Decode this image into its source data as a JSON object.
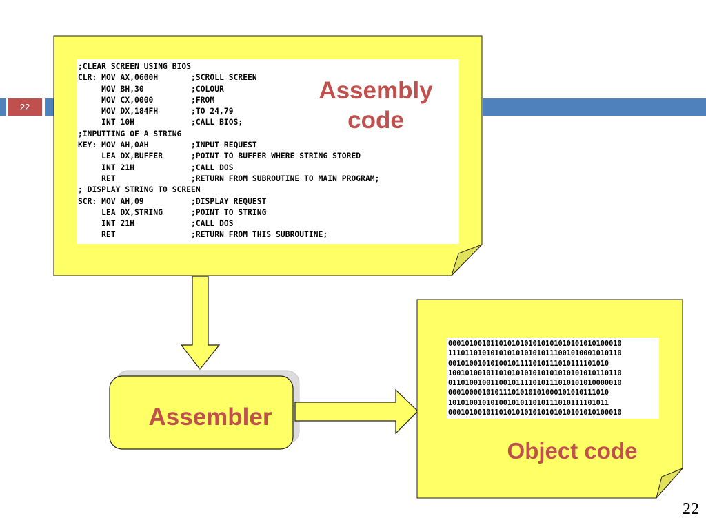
{
  "slide": {
    "badge_number": "22",
    "page_number": "22"
  },
  "colors": {
    "note_fill": "#ffff66",
    "accent_red": "#c0504d",
    "header_blue": "#4f81bd"
  },
  "assembly": {
    "label": "Assembly code",
    "code_lines": [
      ";CLEAR SCREEN USING BIOS",
      "CLR: MOV AX,0600H       ;SCROLL SCREEN",
      "     MOV BH,30          ;COLOUR",
      "     MOV CX,0000        ;FROM",
      "     MOV DX,184FH       ;TO 24,79",
      "     INT 10H            ;CALL BIOS;",
      ";INPUTTING OF A STRING",
      "KEY: MOV AH,0AH         ;INPUT REQUEST",
      "     LEA DX,BUFFER      ;POINT TO BUFFER WHERE STRING STORED",
      "     INT 21H            ;CALL DOS",
      "     RET                ;RETURN FROM SUBROUTINE TO MAIN PROGRAM;",
      "; DISPLAY STRING TO SCREEN",
      "SCR: MOV AH,09          ;DISPLAY REQUEST",
      "     LEA DX,STRING      ;POINT TO STRING",
      "     INT 21H            ;CALL DOS",
      "     RET                ;RETURN FROM THIS SUBROUTINE;"
    ]
  },
  "assembler": {
    "label": "Assembler"
  },
  "object_code": {
    "label": "Object code",
    "binary_lines": [
      "00010100101101010101010101010101010100010",
      "11101101010101010101010111001010001010110",
      "00101001010100101111010111010111101010",
      "10010100101101010101010101010101010110110",
      "01101001001100101111010111010101010000010",
      "00010000101011101010101000101010111010",
      "10101001010100101011010111010111101011",
      "00010100101101010101010101010101010100010"
    ]
  }
}
